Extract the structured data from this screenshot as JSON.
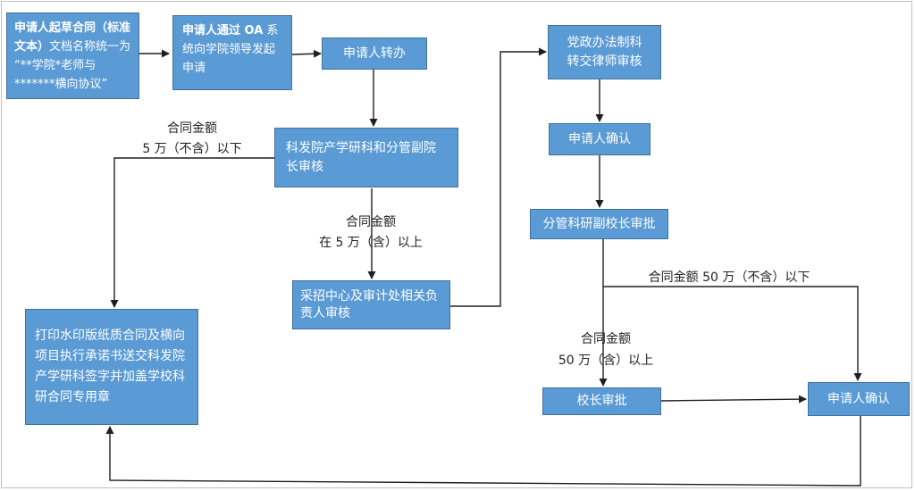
{
  "nodes": {
    "draft": {
      "bold": "申请人起草合同（标准文本）",
      "normal": "文档名称统一为 “**学院*老师与*******横向协议”"
    },
    "oa": {
      "bold": "申请人通过 OA",
      "normal": "系统向学院领导发起申请"
    },
    "transfer": "申请人转办",
    "research_review": "科发院产学研科和分管副院长审核",
    "procurement": "采招中心及审计处相关负责人审核",
    "print": "打印水印版纸质合同及横向项目执行承诺书送交科发院产学研科签字并加盖学校科研合同专用章",
    "legal": "党政办法制科转交律师审核",
    "confirm1": "申请人确认",
    "vice_president": "分管科研副校长审批",
    "president": "校长审批",
    "confirm2": "申请人确认"
  },
  "labels": {
    "under5_l1": "合同金额",
    "under5_l2": "5 万（不含）以下",
    "over5_l1": "合同金额",
    "over5_l2": "在 5 万（含）以上",
    "under50": "合同金额 50 万（不含）以下",
    "over50_l1": "合同金额",
    "over50_l2": "50 万（含）以上"
  }
}
